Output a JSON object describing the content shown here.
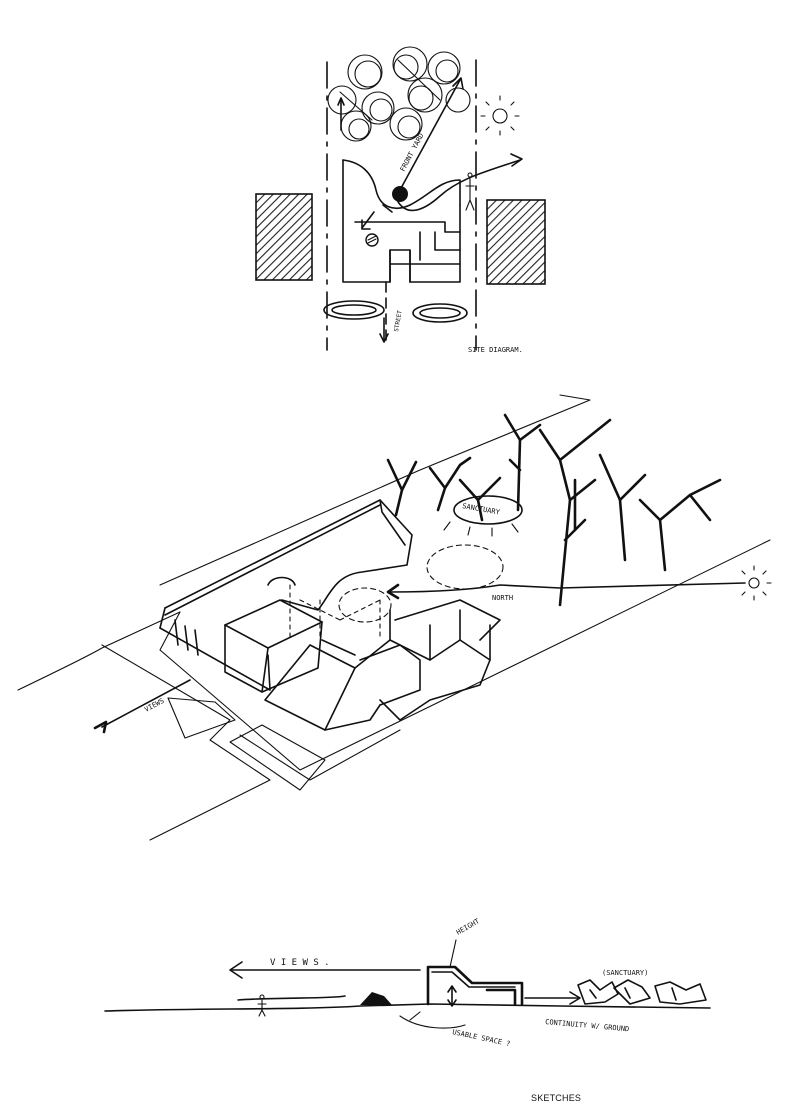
{
  "site_plan": {
    "labels": {
      "front_yard": "FRONT YARD",
      "site_diagram": "SITE DIAGRAM.",
      "street": "STREET"
    }
  },
  "axonometric": {
    "labels": {
      "sanctuary": "SANCTUARY",
      "north": "NORTH",
      "views": "VIEWS"
    }
  },
  "section": {
    "labels": {
      "views": "V I E W S .",
      "height": "HEIGHT",
      "sanctuary": "(SANCTUARY)",
      "usable_space": "USABLE SPACE ?",
      "continuity": "CONTINUITY W/ GROUND"
    }
  },
  "footer": {
    "title": "SKETCHES"
  }
}
